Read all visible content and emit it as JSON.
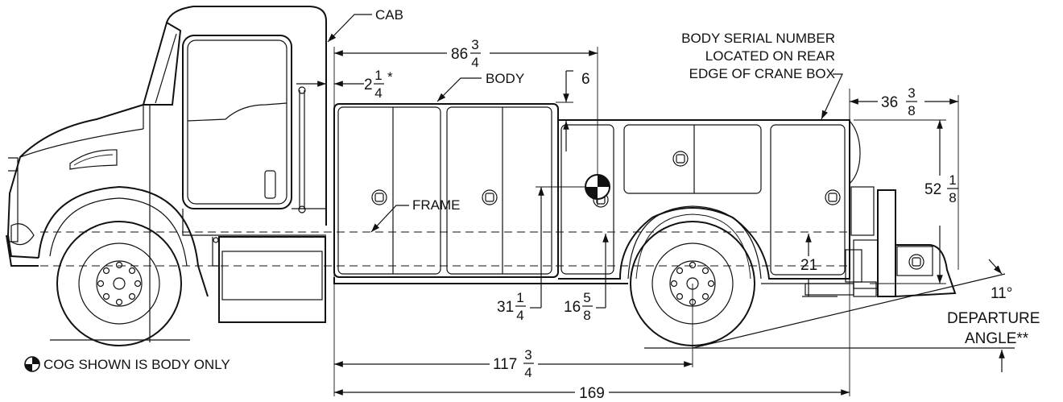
{
  "labels": {
    "cab": "CAB",
    "body": "BODY",
    "frame": "FRAME",
    "serial_line1": "BODY SERIAL NUMBER",
    "serial_line2": "LOCATED ON REAR",
    "serial_line3": "EDGE OF CRANE BOX",
    "departure_angle_value": "11°",
    "departure_line1": "DEPARTURE",
    "departure_line2": "ANGLE**",
    "cog_note": "COG SHOWN IS BODY ONLY"
  },
  "dimensions": {
    "body_length": {
      "whole": "86",
      "num": "3",
      "den": "4"
    },
    "cab_gap": {
      "whole": "2",
      "num": "1",
      "den": "4",
      "suffix": "*"
    },
    "step_height": {
      "value": "6"
    },
    "rear_overhang": {
      "whole": "36",
      "num": "3",
      "den": "8"
    },
    "body_height": {
      "whole": "52",
      "num": "1",
      "den": "8"
    },
    "cog_height": {
      "whole": "31",
      "num": "1",
      "den": "4"
    },
    "frame_height": {
      "whole": "16",
      "num": "5",
      "den": "8"
    },
    "rear_clearance": {
      "value": "21"
    },
    "cab_to_axle": {
      "whole": "117",
      "num": "3",
      "den": "4"
    },
    "overall_length": {
      "value": "169"
    }
  },
  "icons": [
    "cog-symbol-icon",
    "latch-handle-icon",
    "wheel-icon",
    "arrowhead-icon"
  ]
}
